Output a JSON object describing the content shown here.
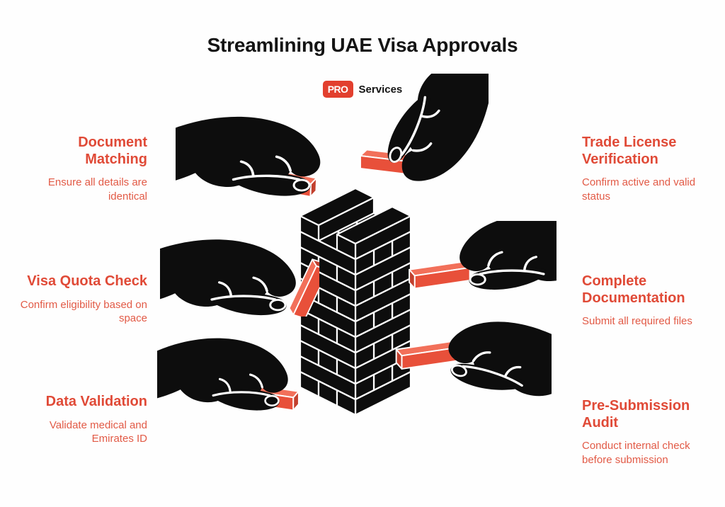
{
  "title": "Streamlining UAE Visa Approvals",
  "logo": {
    "badge": "PRO",
    "name": "Services"
  },
  "colors": {
    "accent_red": "#E8503A",
    "heading_red": "#E04A37",
    "ink_black": "#0D0D0D"
  },
  "graphic": {
    "center": "jenga-tower-of-black-blocks",
    "hands": [
      "hand-placing-block-top-left",
      "hand-placing-block-top-right",
      "hand-placing-block-middle-left",
      "hand-placing-block-middle-right",
      "hand-placing-block-bottom-left",
      "hand-placing-block-bottom-right"
    ]
  },
  "steps": [
    {
      "id": "document-matching",
      "side": "left",
      "title": "Document Matching",
      "description": "Ensure all details are identical"
    },
    {
      "id": "visa-quota-check",
      "side": "left",
      "title": "Visa Quota Check",
      "description": "Confirm eligibility based on space"
    },
    {
      "id": "data-validation",
      "side": "left",
      "title": "Data Validation",
      "description": "Validate medical and Emirates ID"
    },
    {
      "id": "trade-license-verification",
      "side": "right",
      "title": "Trade License Verification",
      "description": "Confirm active and valid status"
    },
    {
      "id": "complete-documentation",
      "side": "right",
      "title": "Complete Documentation",
      "description": "Submit all required files"
    },
    {
      "id": "pre-submission-audit",
      "side": "right",
      "title": "Pre-Submission Audit",
      "description": "Conduct internal check before submission"
    }
  ]
}
